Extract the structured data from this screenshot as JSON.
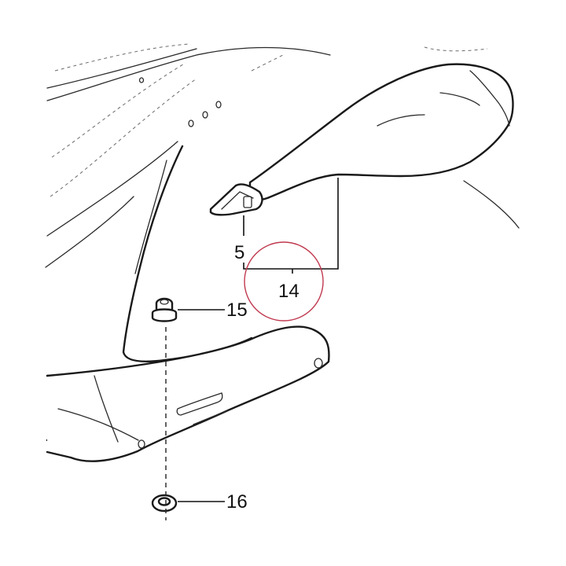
{
  "diagram": {
    "callouts": {
      "part_5": "5",
      "part_14": "14",
      "part_15": "15",
      "part_16": "16"
    },
    "highlight_color": "#c0394f",
    "line_color": "#111111"
  }
}
